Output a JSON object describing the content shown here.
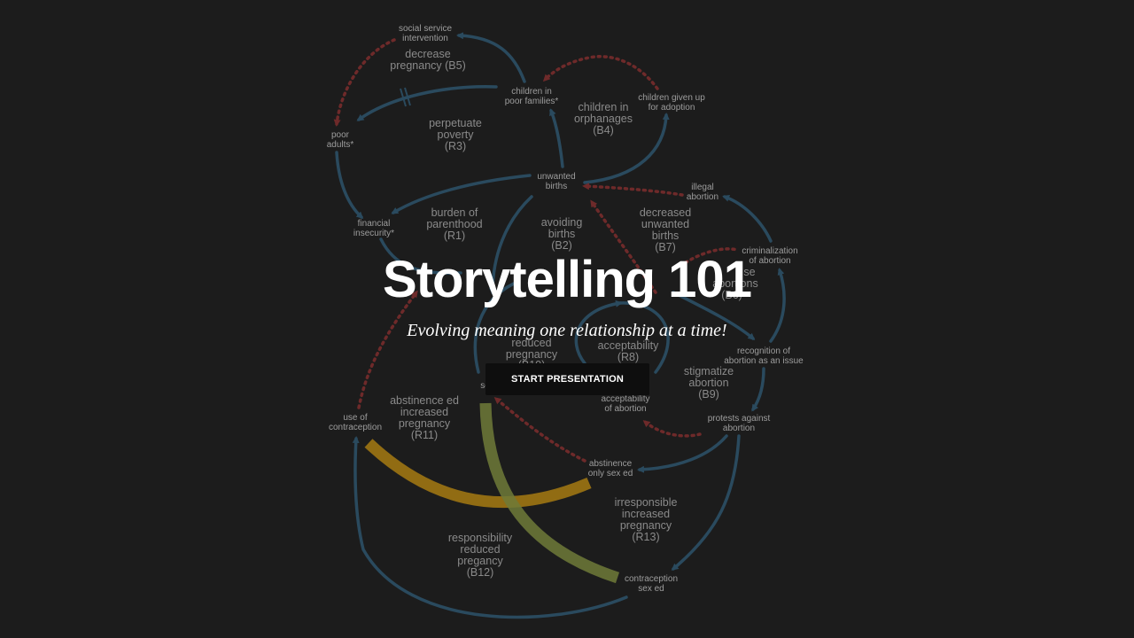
{
  "hero": {
    "title": "Storytelling 101",
    "subtitle": "Evolving meaning one relationship at a time!",
    "start_button_label": "START PRESENTATION"
  },
  "diagram": {
    "nodes": {
      "social_service": [
        "social service",
        "intervention"
      ],
      "children_poor": [
        "children in",
        "poor families*"
      ],
      "children_adoption": [
        "children given up",
        "for adoption"
      ],
      "poor_adults": [
        "poor",
        "adults*"
      ],
      "unwanted_births": [
        "unwanted",
        "births"
      ],
      "illegal_abortion": [
        "illegal",
        "abortion"
      ],
      "financial_insecurity": [
        "financial",
        "insecurity*"
      ],
      "criminalization": [
        "criminalization",
        "of abortion"
      ],
      "recognition": [
        "recognition of",
        "abortion as an issue"
      ],
      "acceptability_abortion": [
        "acceptability",
        "of abortion"
      ],
      "protests": [
        "protests against",
        "abortion"
      ],
      "sex": [
        "sex"
      ],
      "use_contraception": [
        "use of",
        "contraception"
      ],
      "abstinence_only": [
        "abstinence",
        "only sex ed"
      ],
      "contraception_sex_ed": [
        "contraception",
        "sex ed"
      ]
    },
    "loops": {
      "b5": [
        "decrease",
        "pregnancy (B5)"
      ],
      "r3": [
        "perpetuate",
        "poverty",
        "(R3)"
      ],
      "b4": [
        "children in",
        "orphanages",
        "(B4)"
      ],
      "r1": [
        "burden of",
        "parenthood",
        "(R1)"
      ],
      "b2": [
        "avoiding",
        "births",
        "(B2)"
      ],
      "b7": [
        "decreased",
        "unwanted",
        "births",
        "(B7)"
      ],
      "b6": [
        "se",
        "abortions",
        "(B6)"
      ],
      "b10": [
        "reduced",
        "pregnancy",
        "(B10)"
      ],
      "r8": [
        "acceptability",
        "(R8)"
      ],
      "b9": [
        "stigmatize",
        "abortion",
        "(B9)"
      ],
      "r11": [
        "abstinence ed",
        "increased",
        "pregnancy",
        "(R11)"
      ],
      "r13": [
        "irresponsible",
        "increased",
        "pregnancy",
        "(R13)"
      ],
      "b12": [
        "responsibility",
        "reduced",
        "pregancy",
        "(B12)"
      ]
    },
    "colors": {
      "background": "#1c1c1c",
      "link": "#2a4a5e",
      "negative_link": "#6e2a2a",
      "highlight_yellow": "#a67a12",
      "highlight_green": "#6e7a38",
      "text": "#9d9d9d"
    }
  }
}
